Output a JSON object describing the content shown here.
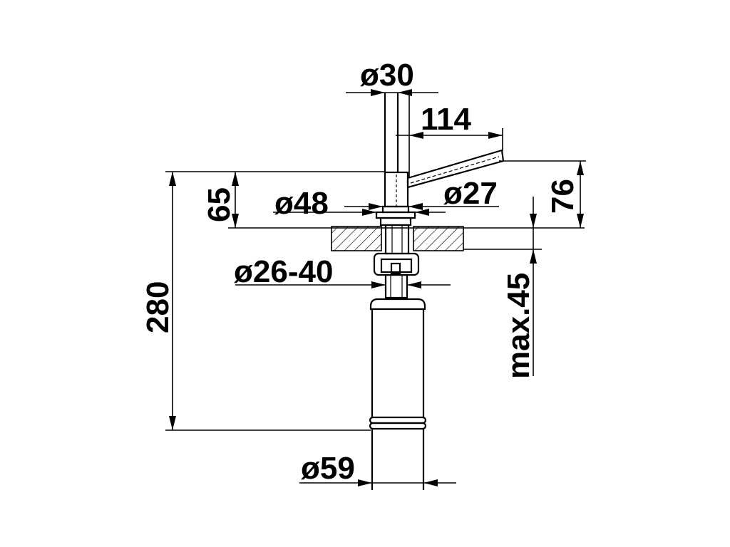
{
  "colors": {
    "ink": "#000000",
    "background": "#ffffff"
  },
  "dimensions": {
    "d30": "ø30",
    "l114": "114",
    "h65": "65",
    "h76": "76",
    "d48": "ø48",
    "d27": "ø27",
    "d26_40": "ø26-40",
    "h280": "280",
    "max45": "max.45",
    "d59": "ø59"
  }
}
